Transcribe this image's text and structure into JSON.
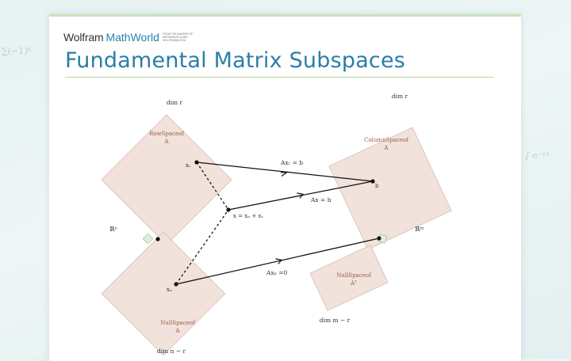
{
  "brand": {
    "name_part1": "Wolfram",
    "name_part2": "MathWorld",
    "tagline": "FROM THE MAKERS OF MATHEMATICA AND WOLFRAM|ALPHA"
  },
  "title": "Fundamental Matrix Subspaces",
  "diagram": {
    "row_space": {
      "label": "RowSpaceof",
      "matrix": "A",
      "dim": "dim r"
    },
    "null_space": {
      "label": "NullSpaceof",
      "matrix": "A",
      "dim": "dim n − r"
    },
    "column_space": {
      "label": "ColumnSpaceof",
      "matrix": "A",
      "dim": "dim r"
    },
    "left_null_space": {
      "label": "NullSpaceof",
      "matrix": "Aᵀ",
      "dim": "dim m − r"
    },
    "domain_space": "ℝⁿ",
    "codomain_space": "ℝᵐ",
    "points": {
      "xr": "xᵣ",
      "xn": "xₙ",
      "x": "x = xₙ + xᵣ",
      "b": "b"
    },
    "equations": {
      "axr": "Axᵣ = b",
      "ax": "Ax = b",
      "axn": "Axₙ =0"
    }
  }
}
